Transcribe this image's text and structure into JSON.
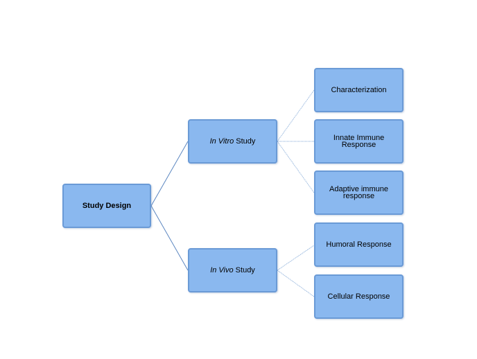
{
  "diagram": {
    "root": {
      "label": "Study Design"
    },
    "in_vitro": {
      "italic": "In Vitro",
      "suffix": " Study"
    },
    "in_vivo": {
      "italic": "In Vivo",
      "suffix": " Study"
    },
    "in_vitro_children": [
      {
        "label": "Characterization"
      },
      {
        "label": "Innate Immune Response"
      },
      {
        "label": "Adaptive immune response"
      }
    ],
    "in_vivo_children": [
      {
        "label": "Humoral Response"
      },
      {
        "label": "Cellular Response"
      }
    ],
    "colors": {
      "node_fill": "#8ab8ef",
      "node_border": "#6a9ad6",
      "connector": "#5b86c0"
    }
  }
}
